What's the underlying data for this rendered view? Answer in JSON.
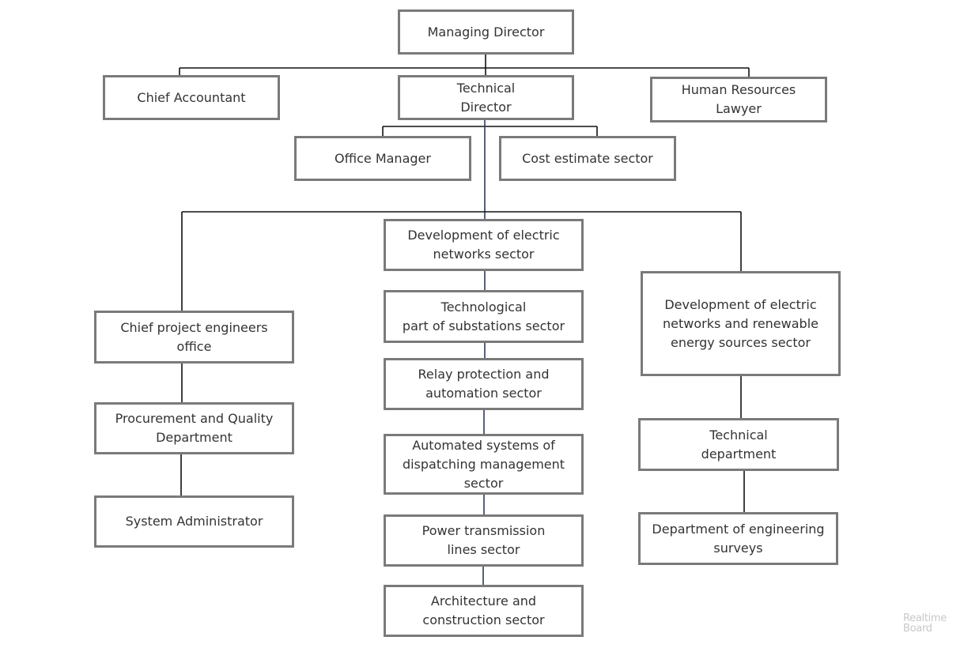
{
  "colors": {
    "box_border": "#7a7a7a",
    "box_text": "#333333",
    "connector_dark": "#111111",
    "connector_blue": "#2f3b5c",
    "watermark": "#c8c8c8"
  },
  "nodes": {
    "managing_director": "Managing Director",
    "chief_accountant": "Chief Accountant",
    "technical_director": "Technical\nDirector",
    "hr_lawyer": "Human Resources Lawyer",
    "office_manager": "Office Manager",
    "cost_estimate": "Cost estimate sector",
    "dev_electric_networks": "Development of electric\nnetworks sector",
    "technological_substations": "Technological\npart of substations sector",
    "relay_protection": "Relay protection and\nautomation sector",
    "automated_dispatching": "Automated systems of\ndispatching management\nsector",
    "power_transmission": "Power transmission\nlines sector",
    "architecture_construction": "Architecture and\nconstruction sector",
    "chief_project_engineers": "Chief project engineers\noffice",
    "procurement_quality": "Procurement and Quality\nDepartment",
    "system_administrator": "System Administrator",
    "dev_renewable": "Development of electric\nnetworks and renewable\nenergy sources sector",
    "technical_department": "Technical\ndepartment",
    "engineering_surveys": "Department of engineering\nsurveys"
  },
  "watermark": "Realtime\nBoard"
}
